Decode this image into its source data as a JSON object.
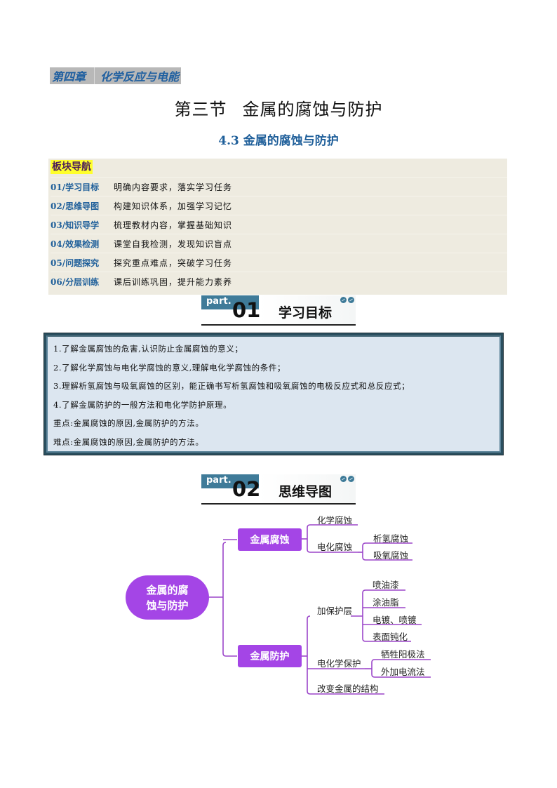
{
  "header": {
    "chapter_number": "第四章",
    "chapter_title": "化学反应与电能",
    "section_number": "第三节",
    "section_title": "金属的腐蚀与防护",
    "subtitle": "4.3  金属的腐蚀与防护"
  },
  "navigation": {
    "heading": "板块导航",
    "items": [
      {
        "code": "01/学习目标",
        "desc": "明确内容要求，落实学习任务"
      },
      {
        "code": "02/思维导图",
        "desc": "构建知识体系，加强学习记忆"
      },
      {
        "code": "03/知识导学",
        "desc": "梳理教材内容，掌握基础知识"
      },
      {
        "code": "04/效果检测",
        "desc": "课堂自我检测，发现知识盲点"
      },
      {
        "code": "05/问题探究",
        "desc": "探究重点难点，突破学习任务"
      },
      {
        "code": "06/分层训练",
        "desc": "课后训练巩固，提升能力素养"
      }
    ]
  },
  "part1": {
    "label": "part.",
    "number": "01",
    "title": "学习目标",
    "objectives": [
      "1.了解金属腐蚀的危害,认识防止金属腐蚀的意义；",
      "2.了解化学腐蚀与电化学腐蚀的意义,理解电化学腐蚀的条件；",
      "3.理解析氢腐蚀与吸氧腐蚀的区别，能正确书写析氢腐蚀和吸氧腐蚀的电极反应式和总反应式；",
      "4.了解金属防护的一般方法和电化学防护原理。",
      "重点:金属腐蚀的原因,金属防护的方法。",
      "难点:金属腐蚀的原因,金属防护的方法。"
    ]
  },
  "part2": {
    "label": "part.",
    "number": "02",
    "title": "思维导图",
    "mindmap": {
      "root": "金属的腐蚀与防护",
      "root_line1": "金属的腐",
      "root_line2": "蚀与防护",
      "branches": [
        {
          "label": "金属腐蚀",
          "children": [
            {
              "label": "化学腐蚀"
            },
            {
              "label": "电化腐蚀",
              "children": [
                "析氢腐蚀",
                "吸氧腐蚀"
              ]
            }
          ]
        },
        {
          "label": "金属防护",
          "children": [
            {
              "label": "加保护层",
              "children": [
                "喷油漆",
                "涂油脂",
                "电镀、喷镀",
                "表面钝化"
              ]
            },
            {
              "label": "电化学保护",
              "children": [
                "牺牲阳极法",
                "外加电流法"
              ]
            },
            {
              "label": "改变金属的结构"
            }
          ]
        }
      ]
    }
  },
  "colors": {
    "accent_blue": "#1f5f9a",
    "nav_bg": "#eeebe0",
    "highlight_yellow": "#ffff2b",
    "part_box": "#3f7b99",
    "objectives_bg": "#dce6f0",
    "objectives_border": "#2a4f5f",
    "mindmap_purple": "#a445e6"
  }
}
